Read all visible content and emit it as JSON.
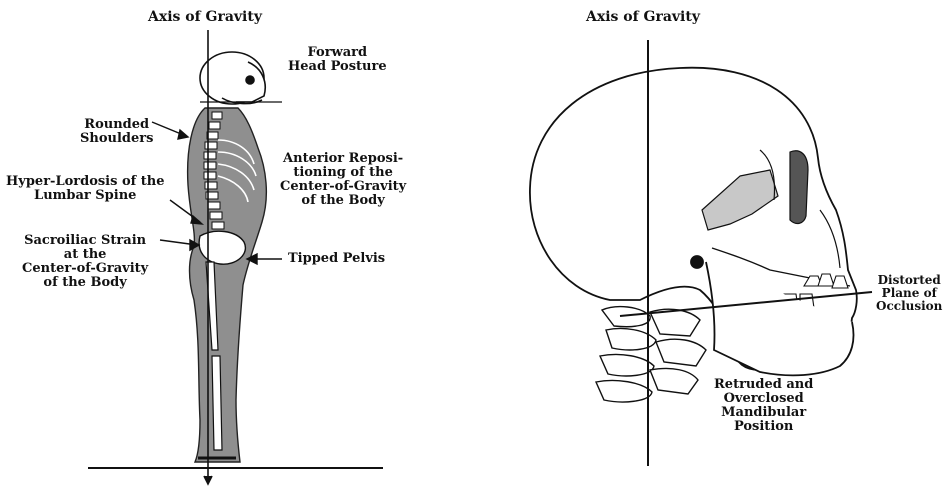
{
  "left_figure": {
    "axis_title": "Axis of Gravity",
    "labels": {
      "forward_head": [
        "Forward",
        "Head Posture"
      ],
      "rounded_shoulders": [
        "Rounded",
        "Shoulders"
      ],
      "anterior_repositioning": [
        "Anterior Reposi-",
        "tioning of the",
        "Center-of-Gravity",
        "of the Body"
      ],
      "hyper_lordosis": [
        "Hyper-Lordosis of the",
        "Lumbar Spine"
      ],
      "sacroiliac_strain": [
        "Sacroiliac Strain",
        "at the",
        "Center-of-Gravity",
        "of the Body"
      ],
      "tipped_pelvis": [
        "Tipped Pelvis"
      ]
    }
  },
  "right_figure": {
    "axis_title": "Axis of Gravity",
    "labels": {
      "distorted_plane": [
        "Distorted",
        "Plane of",
        "Occlusion"
      ],
      "retruded_mandibular": [
        "Retruded and",
        "Overclosed",
        "Mandibular",
        "Position"
      ]
    }
  },
  "colors": {
    "ink": "#111111",
    "body_fill": "#8f8f8f",
    "bone_fill": "#d6d6d6",
    "orbit_fill": "#555555"
  }
}
